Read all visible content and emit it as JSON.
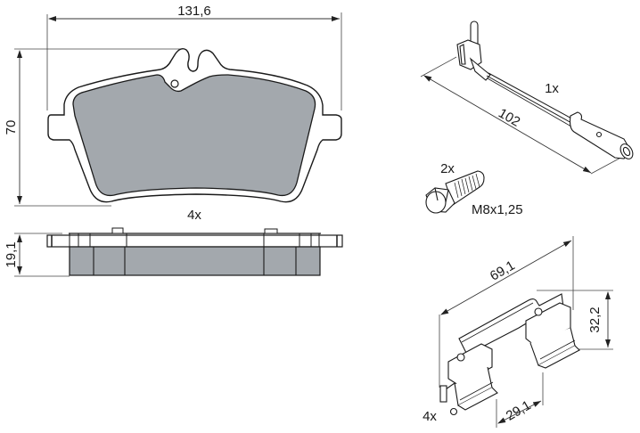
{
  "colors": {
    "line": "#1a1a1a",
    "dim_line": "#333333",
    "pad_fill": "#a3a8ad",
    "background": "#ffffff"
  },
  "brake_pad": {
    "width_label": "131,6",
    "height_label": "70",
    "thickness_label": "19,1",
    "quantity_label": "4x"
  },
  "wear_sensor": {
    "length_label": "102",
    "quantity_label": "1x"
  },
  "bolt": {
    "quantity_label": "2x",
    "thread_label": "M8x1,25"
  },
  "clip_kit": {
    "length_label": "69,1",
    "height_label": "32,2",
    "width_label": "29,1",
    "quantity_label": "4x"
  }
}
